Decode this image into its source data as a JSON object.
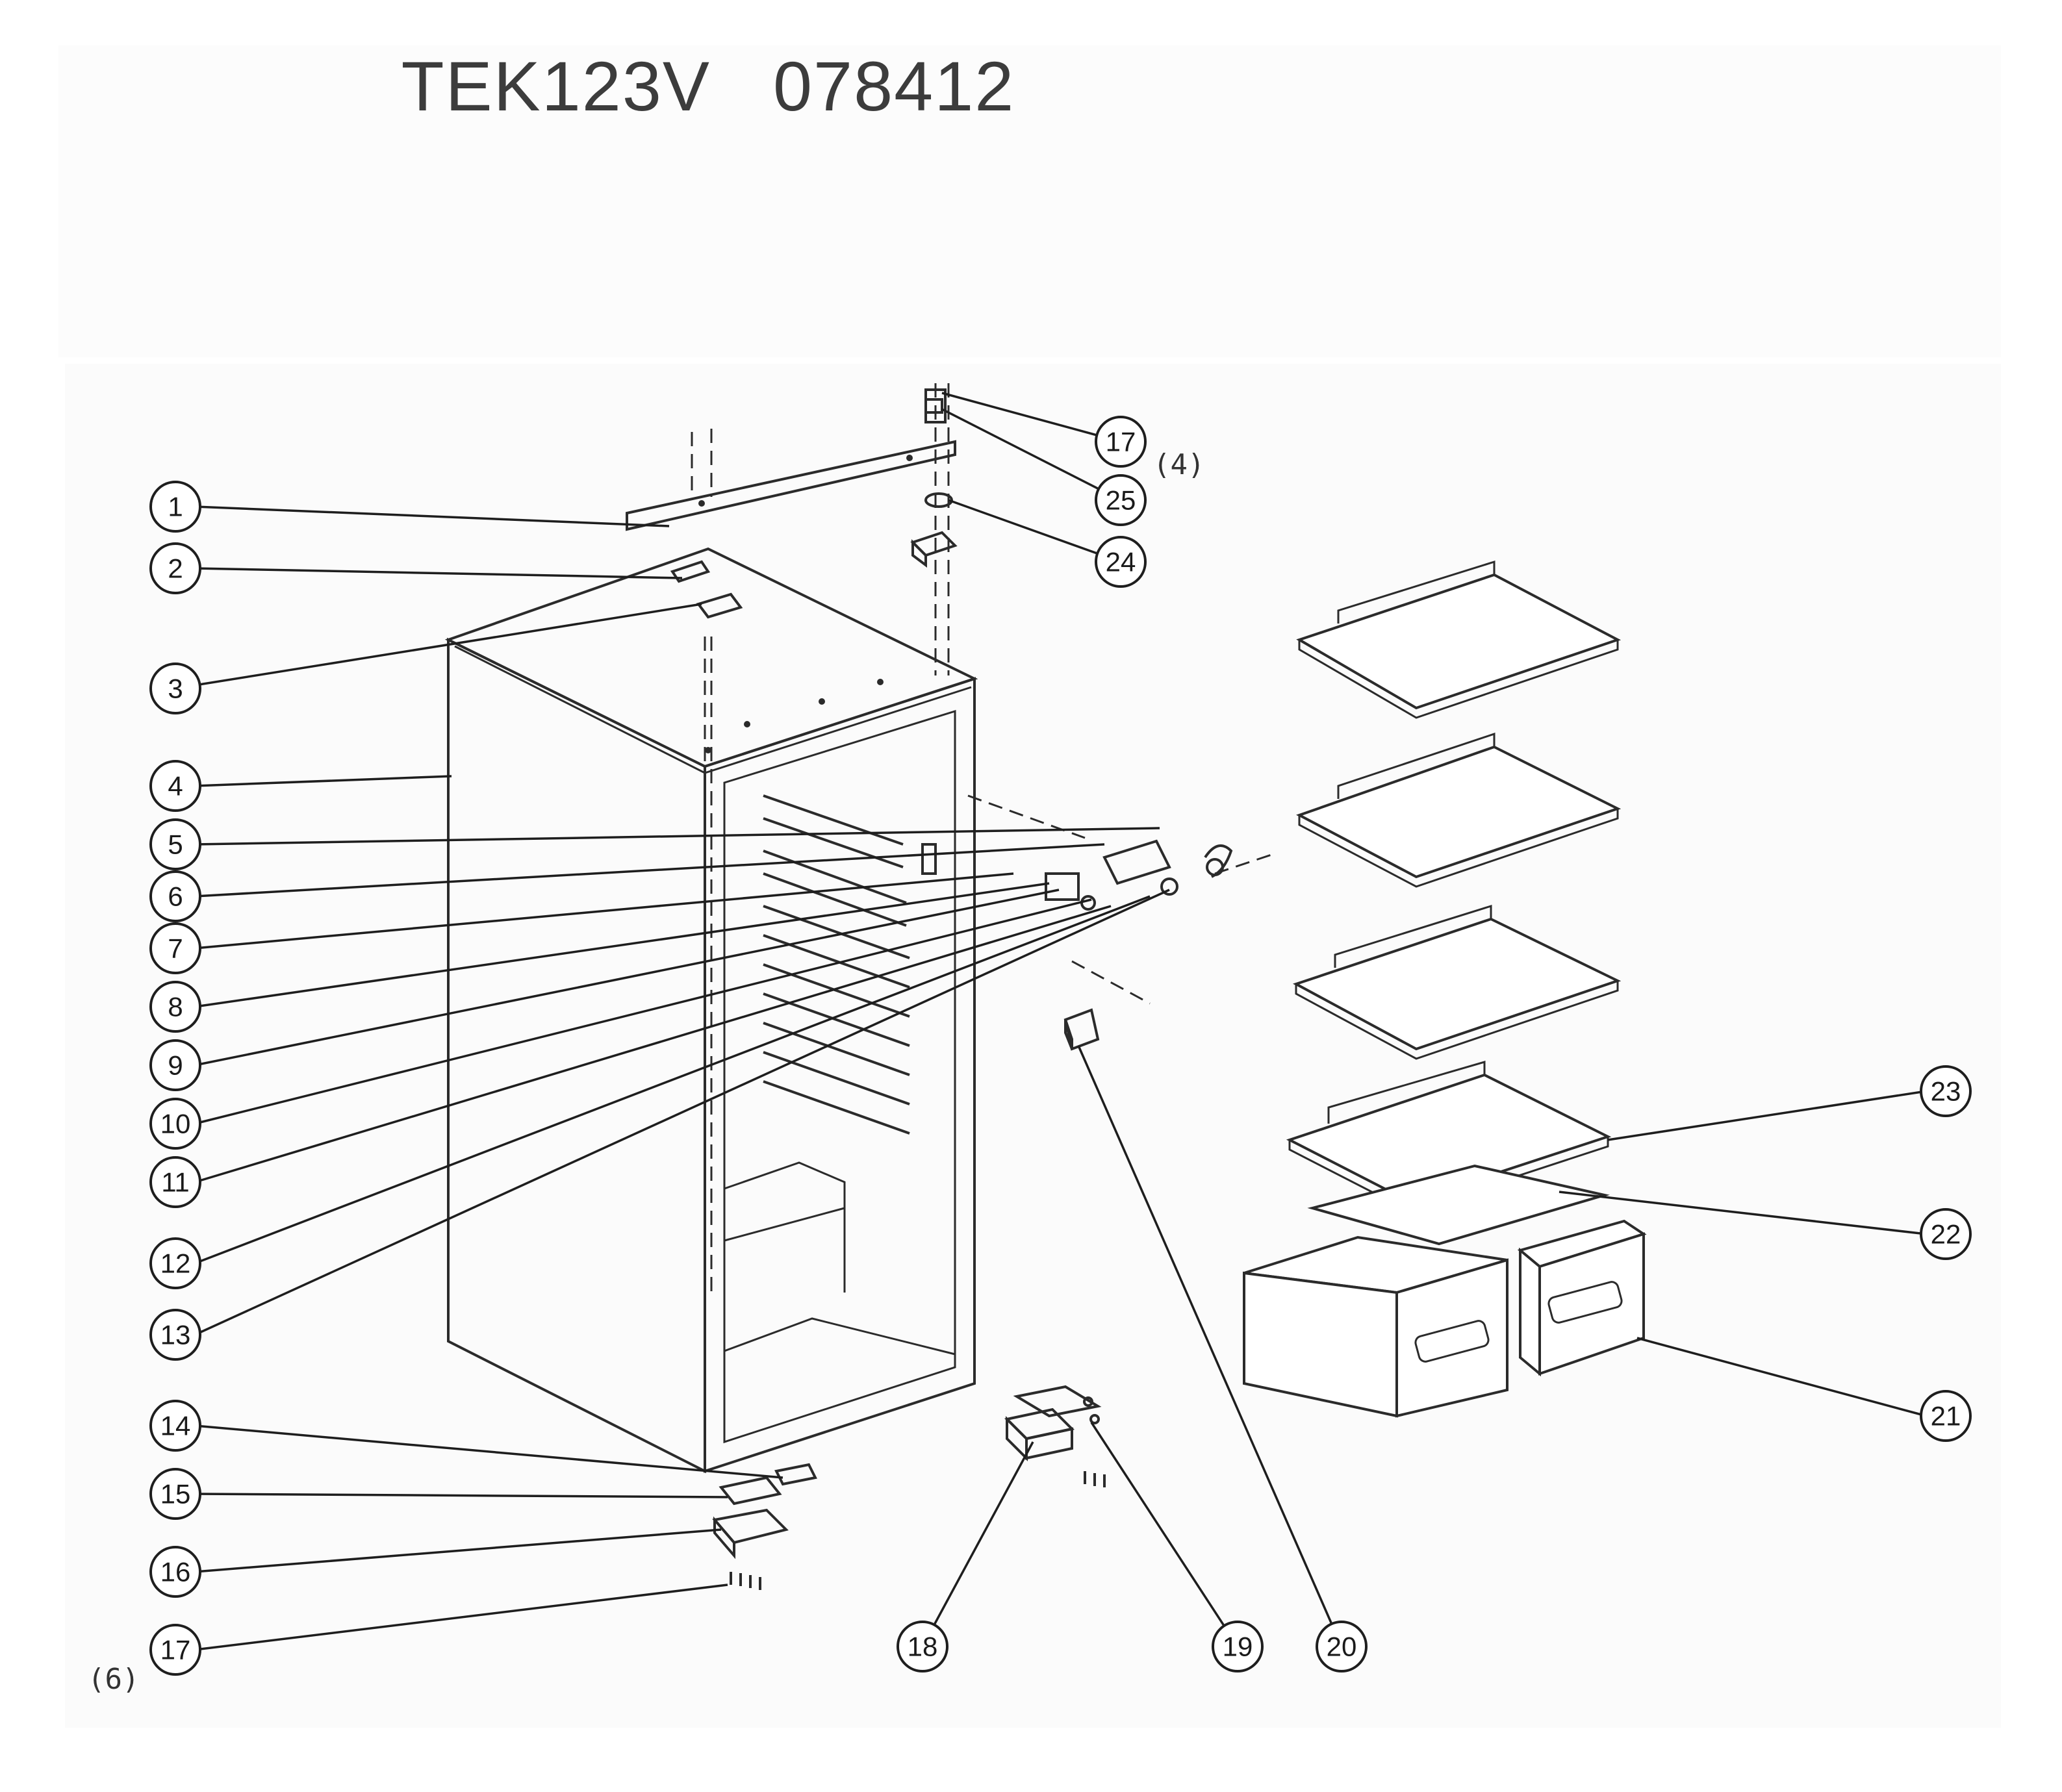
{
  "title": "TEK123V   078412",
  "annotations": {
    "quantity_17_top": "(4)",
    "quantity_17_bottom": "(6)"
  },
  "callouts": [
    {
      "id": "c1",
      "label": "1"
    },
    {
      "id": "c2",
      "label": "2"
    },
    {
      "id": "c3",
      "label": "3"
    },
    {
      "id": "c4",
      "label": "4"
    },
    {
      "id": "c5",
      "label": "5"
    },
    {
      "id": "c6",
      "label": "6"
    },
    {
      "id": "c7",
      "label": "7"
    },
    {
      "id": "c8",
      "label": "8"
    },
    {
      "id": "c9",
      "label": "9"
    },
    {
      "id": "c10",
      "label": "10"
    },
    {
      "id": "c11",
      "label": "11"
    },
    {
      "id": "c12",
      "label": "12"
    },
    {
      "id": "c13",
      "label": "13"
    },
    {
      "id": "c14",
      "label": "14"
    },
    {
      "id": "c15",
      "label": "15"
    },
    {
      "id": "c16",
      "label": "16"
    },
    {
      "id": "c17a",
      "label": "17"
    },
    {
      "id": "c17b",
      "label": "17"
    },
    {
      "id": "c18",
      "label": "18"
    },
    {
      "id": "c19",
      "label": "19"
    },
    {
      "id": "c20",
      "label": "20"
    },
    {
      "id": "c21",
      "label": "21"
    },
    {
      "id": "c22",
      "label": "22"
    },
    {
      "id": "c23",
      "label": "23"
    },
    {
      "id": "c24",
      "label": "24"
    },
    {
      "id": "c25",
      "label": "25"
    }
  ]
}
